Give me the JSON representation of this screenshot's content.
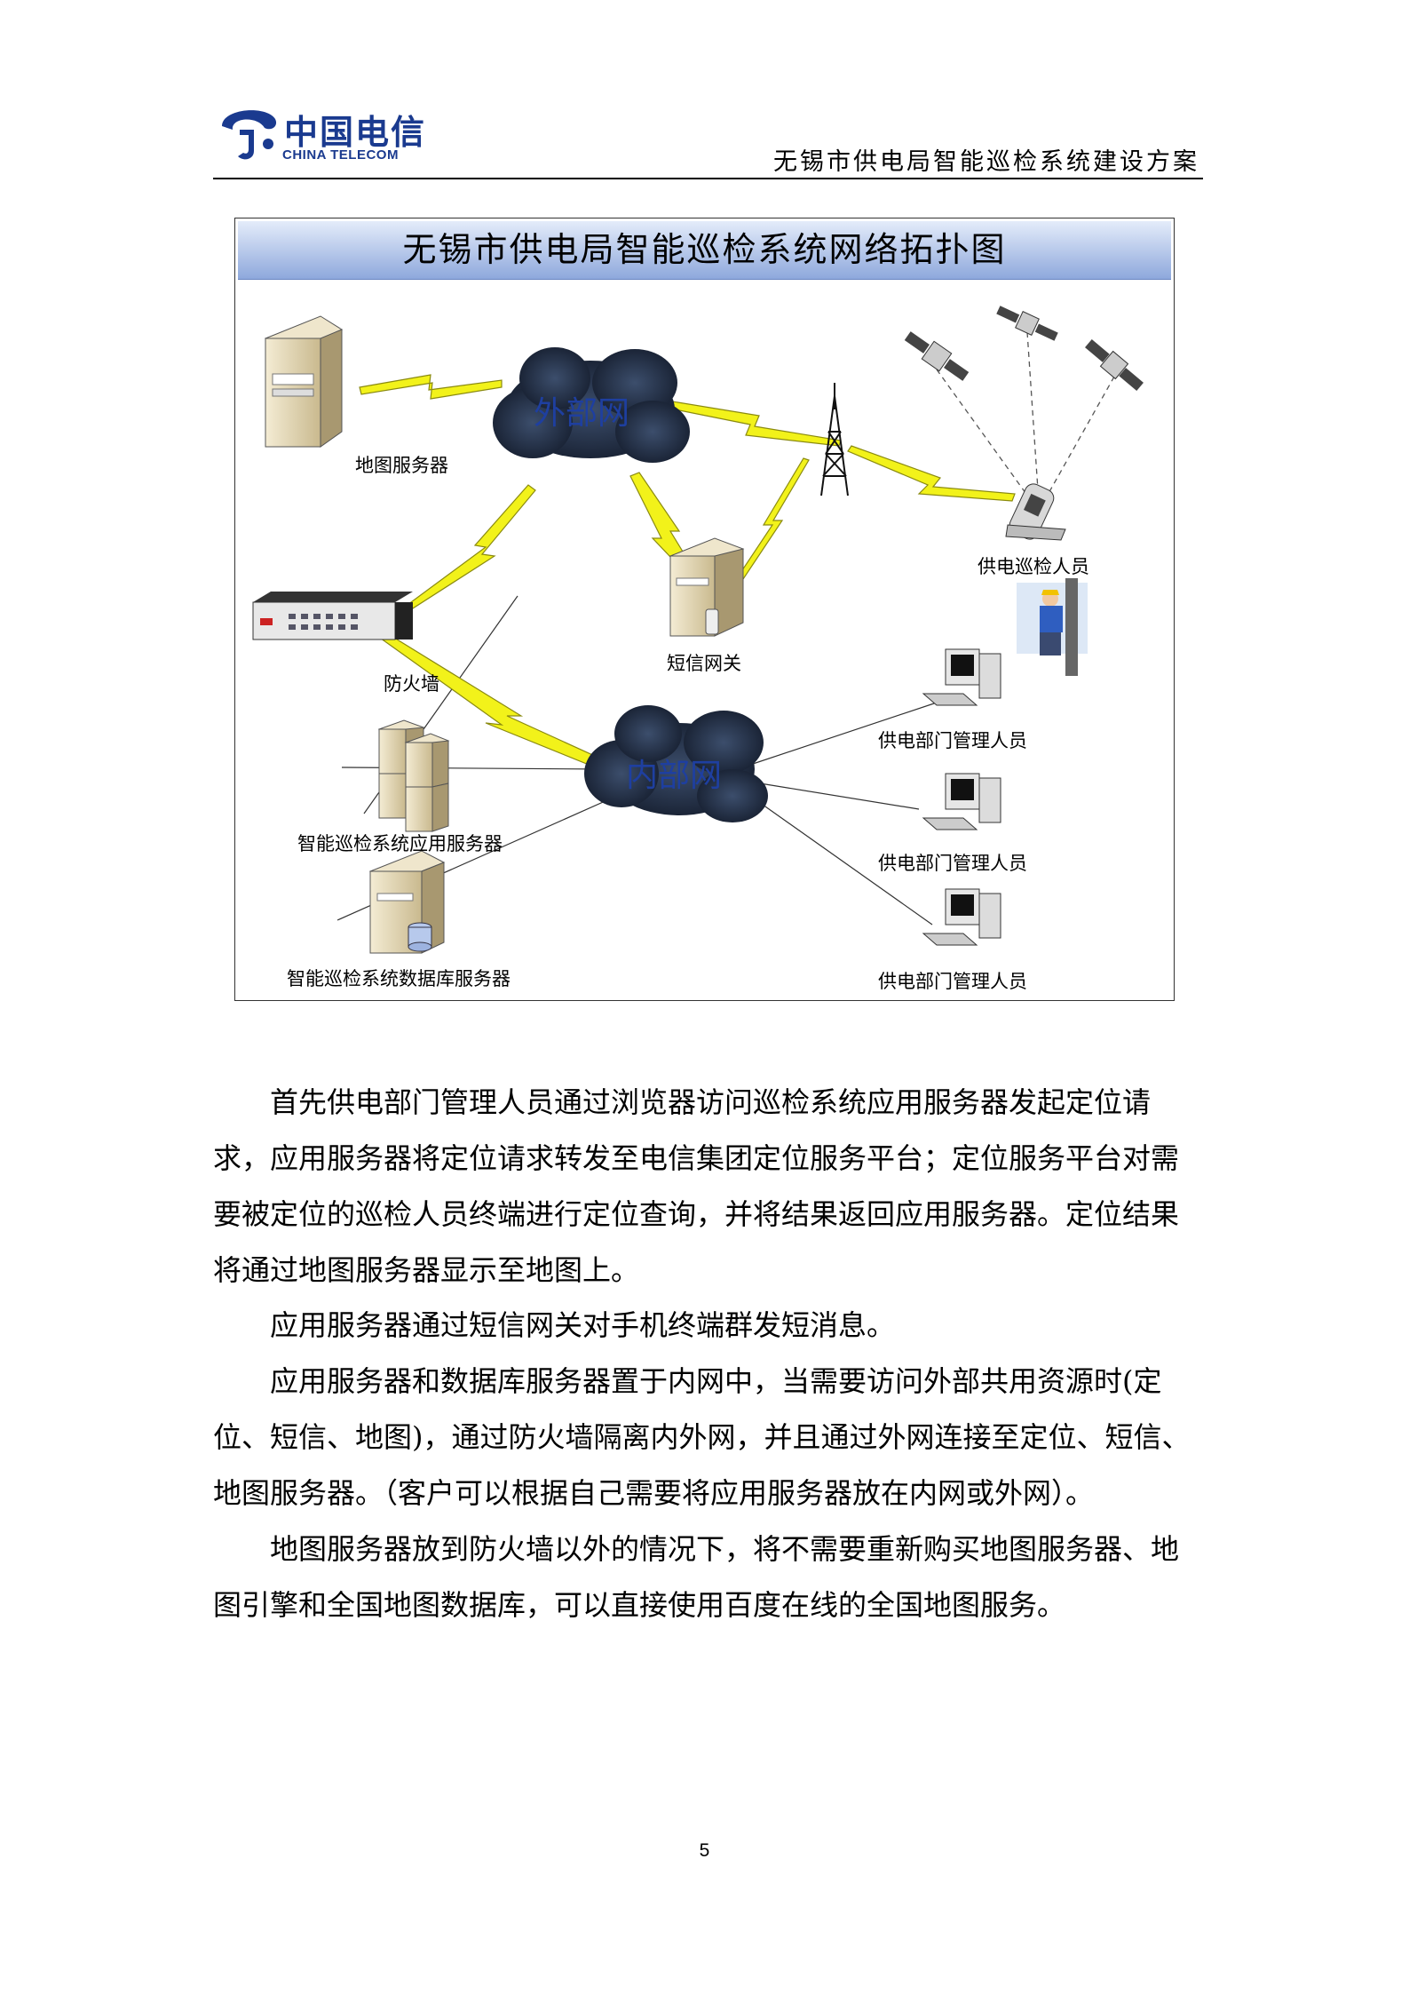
{
  "header": {
    "logo_cn": "中国电信",
    "logo_en": "CHINA TELECOM",
    "doc_title": "无锡市供电局智能巡检系统建设方案"
  },
  "diagram": {
    "title": "无锡市供电局智能巡检系统网络拓扑图",
    "external_network": "外部网",
    "internal_network": "内部网",
    "map_server": "地图服务器",
    "firewall": "防火墙",
    "sms_gateway": "短信网关",
    "inspector": "供电巡检人员",
    "app_server": "智能巡检系统应用服务器",
    "db_server": "智能巡检系统数据库服务器",
    "manager_1": "供电部门管理人员",
    "manager_2": "供电部门管理人员",
    "manager_3": "供电部门管理人员"
  },
  "paragraphs": [
    "首先供电部门管理人员通过浏览器访问巡检系统应用服务器发起定位请求，应用服务器将定位请求转发至电信集团定位服务平台；定位服务平台对需要被定位的巡检人员终端进行定位查询，并将结果返回应用服务器。定位结果将通过地图服务器显示至地图上。",
    "应用服务器通过短信网关对手机终端群发短消息。",
    "应用服务器和数据库服务器置于内网中，当需要访问外部共用资源时(定位、短信、地图)，通过防火墙隔离内外网，并且通过外网连接至定位、短信、地图服务器。（客户可以根据自己需要将应用服务器放在内网或外网）。",
    "地图服务器放到防火墙以外的情况下，将不需要重新购买地图服务器、地图引擎和全国地图数据库，可以直接使用百度在线的全国地图服务。"
  ],
  "page_number": "5",
  "colors": {
    "brand_blue": "#1a3a8f",
    "bolt_yellow": "#f2f21a",
    "cloud_dark": "#1c2a40"
  }
}
